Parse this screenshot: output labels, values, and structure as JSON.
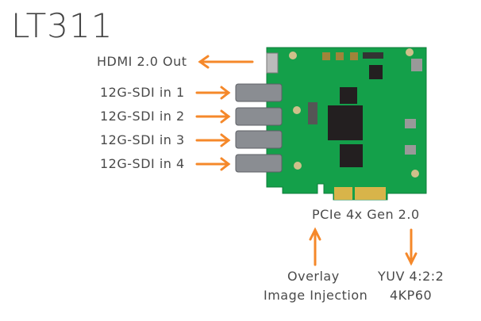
{
  "title": "LT311",
  "colors": {
    "accent": "#f5882a",
    "pcb": "#14a04a"
  },
  "outputs": [
    {
      "label": "HDMI 2.0 Out"
    }
  ],
  "inputs": [
    {
      "label": "12G-SDI in 1"
    },
    {
      "label": "12G-SDI in 2"
    },
    {
      "label": "12G-SDI in 3"
    },
    {
      "label": "12G-SDI in 4"
    }
  ],
  "bus": {
    "label": "PCIe 4x Gen 2.0"
  },
  "features": {
    "upload": {
      "line1": "Overlay",
      "line2": "Image Injection"
    },
    "download": {
      "line1": "YUV 4:2:2",
      "line2": "4KP60"
    }
  }
}
